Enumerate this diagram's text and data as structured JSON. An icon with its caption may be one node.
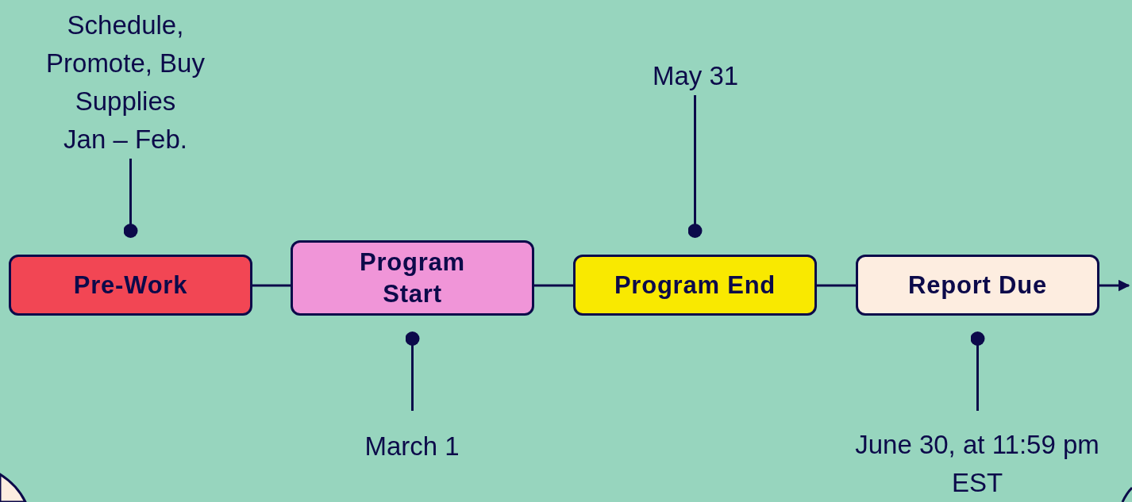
{
  "diagram": {
    "nodes": [
      {
        "text": [
          "Pre-Work"
        ]
      },
      {
        "text": [
          "Program Start"
        ]
      },
      {
        "text": [
          "Program End"
        ]
      },
      {
        "text": [
          "Report Due"
        ]
      },
      {
        "text": [
          "Schedule, Promote, Buy Supplies",
          "Jan – Feb."
        ]
      },
      {
        "text": [
          "March 1"
        ]
      },
      {
        "text": [
          "May 31"
        ]
      },
      {
        "text": [
          "June 30, at 11:59 pm EST"
        ]
      }
    ],
    "edges": [
      {
        "from": 0,
        "to": 1,
        "arrow": "none"
      },
      {
        "from": 1,
        "to": 2,
        "arrow": "none"
      },
      {
        "from": 2,
        "to": 3,
        "arrow": "none"
      },
      {
        "from": 3,
        "to": null,
        "arrow": "to"
      },
      {
        "from": 4,
        "to": 0,
        "arrow": "other"
      },
      {
        "from": 5,
        "to": 1,
        "arrow": "other"
      },
      {
        "from": 6,
        "to": 2,
        "arrow": "other"
      },
      {
        "from": 7,
        "to": 3,
        "arrow": "other"
      }
    ]
  }
}
